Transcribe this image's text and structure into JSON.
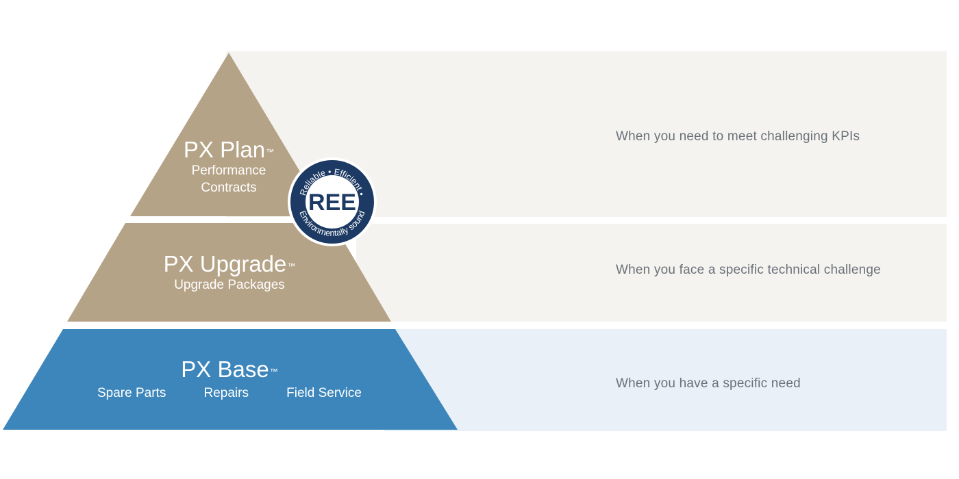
{
  "colors": {
    "tan": "#b5a387",
    "blue": "#3d86bb",
    "band_beige": "#f4f3f0",
    "band_blue": "#e9f0f7",
    "seal_navy": "#1c3a63",
    "description_text": "#6b7178"
  },
  "pyramid": {
    "plan": {
      "title": "PX Plan",
      "trademark": "™",
      "subtitle_line1": "Performance",
      "subtitle_line2": "Contracts",
      "description": "When you need to meet challenging KPIs"
    },
    "upgrade": {
      "title": "PX Upgrade",
      "trademark": "™",
      "subtitle": "Upgrade Packages",
      "description": "When you face a specific technical challenge"
    },
    "base": {
      "title": "PX Base",
      "trademark": "™",
      "items": [
        "Spare Parts",
        "Repairs",
        "Field Service"
      ],
      "description": "When you have a specific need"
    }
  },
  "seal": {
    "center_text": "REE",
    "arc_top": "Reliable • Efficient •",
    "arc_bottom": "Environmentally sound"
  }
}
